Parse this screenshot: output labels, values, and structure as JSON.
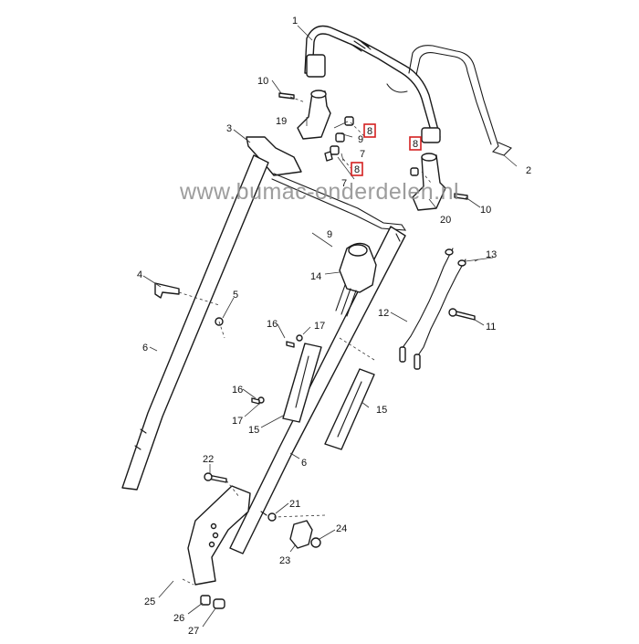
{
  "diagram": {
    "watermark": "www.bumac-onderdelen.nl",
    "highlight_color": "#d42020",
    "callouts": {
      "c1": "1",
      "c2": "2",
      "c3": "3",
      "c4": "4",
      "c5": "5",
      "c6a": "6",
      "c6b": "6",
      "c7a": "7",
      "c7b": "7",
      "c8a": "8",
      "c8b": "8",
      "c8c": "8",
      "c9a": "9",
      "c9b": "9",
      "c10a": "10",
      "c10b": "10",
      "c11": "11",
      "c12": "12",
      "c13": "13",
      "c14": "14",
      "c15a": "15",
      "c15b": "15",
      "c16a": "16",
      "c16b": "16",
      "c17a": "17",
      "c17b": "17",
      "c19": "19",
      "c20": "20",
      "c21": "21",
      "c22": "22",
      "c23": "23",
      "c24": "24",
      "c25": "25",
      "c26": "26",
      "c27": "27"
    }
  }
}
